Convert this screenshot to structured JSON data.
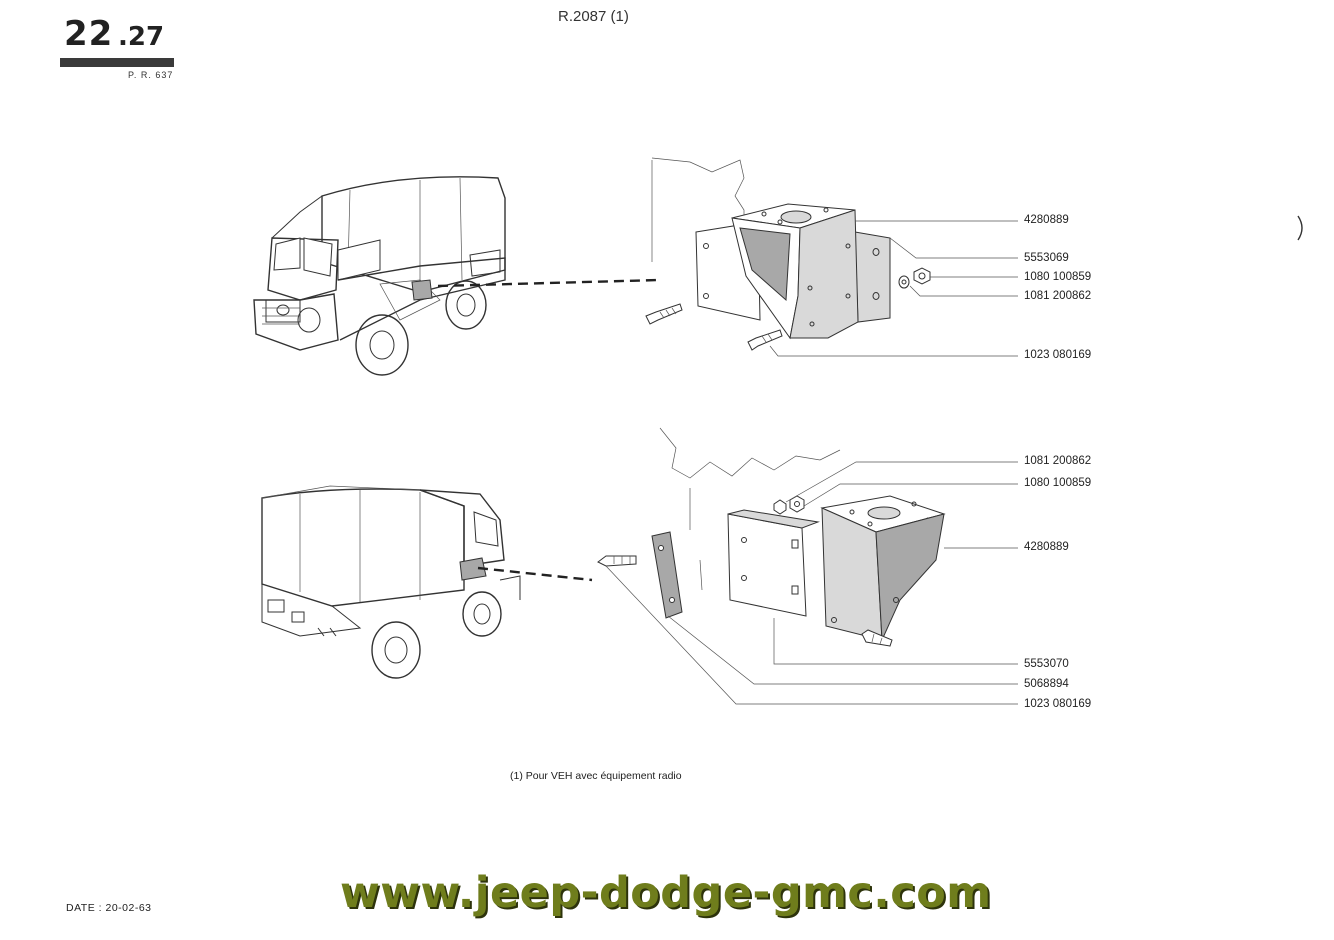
{
  "header": {
    "section_main": "22",
    "section_sub": ".27",
    "page_ref": "P. R. 637",
    "reference": "R.2087 (1)"
  },
  "figure_top": {
    "callouts": [
      "4280889",
      "5553069",
      "1080 100859",
      "1081 200862",
      "1023 080169"
    ]
  },
  "figure_bottom": {
    "callouts": [
      "1081 200862",
      "1080 100859",
      "4280889",
      "5553070",
      "5068894",
      "1023 080169"
    ]
  },
  "footnote": "(1) Pour VEH avec équipement radio",
  "date": "DATE : 20-02-63",
  "watermark": "www.jeep-dodge-gmc.com"
}
